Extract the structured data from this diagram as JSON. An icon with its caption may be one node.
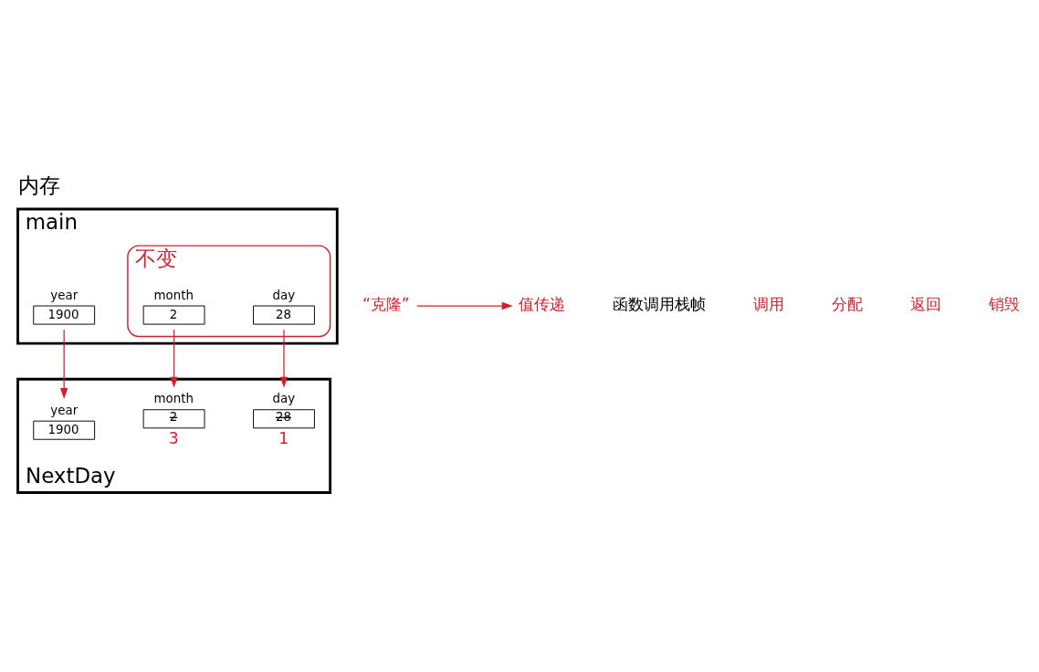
{
  "diagram": {
    "title": "内存",
    "nodes": [
      {
        "text": [
          "main"
        ]
      },
      {
        "text": [
          "year",
          "1900"
        ],
        "in": 0
      },
      {
        "text": [
          "不变"
        ],
        "in": 0
      },
      {
        "text": [
          "month",
          "2"
        ],
        "in": 2
      },
      {
        "text": [
          "day",
          "28"
        ],
        "in": 2
      },
      {
        "text": [
          "NextDay"
        ]
      },
      {
        "text": [
          "year",
          "1900"
        ],
        "in": 5
      },
      {
        "text": [
          "month",
          "2"
        ],
        "in": 5,
        "beside": [
          "3"
        ]
      },
      {
        "text": [
          "day",
          "28"
        ],
        "in": 5,
        "beside": [
          "1"
        ]
      },
      {
        "text": [
          "“克隆”"
        ]
      },
      {
        "text": [
          "值传递"
        ]
      }
    ],
    "edges": [
      {
        "from": 1,
        "to": 6,
        "arrow": "to"
      },
      {
        "from": 3,
        "to": 7,
        "arrow": "to"
      },
      {
        "from": 4,
        "to": 8,
        "arrow": "to"
      },
      {
        "from": 9,
        "to": 10,
        "arrow": "to"
      }
    ],
    "labels": [
      "函数调用栈帧",
      "调用",
      "分配",
      "返回",
      "销毁"
    ]
  }
}
